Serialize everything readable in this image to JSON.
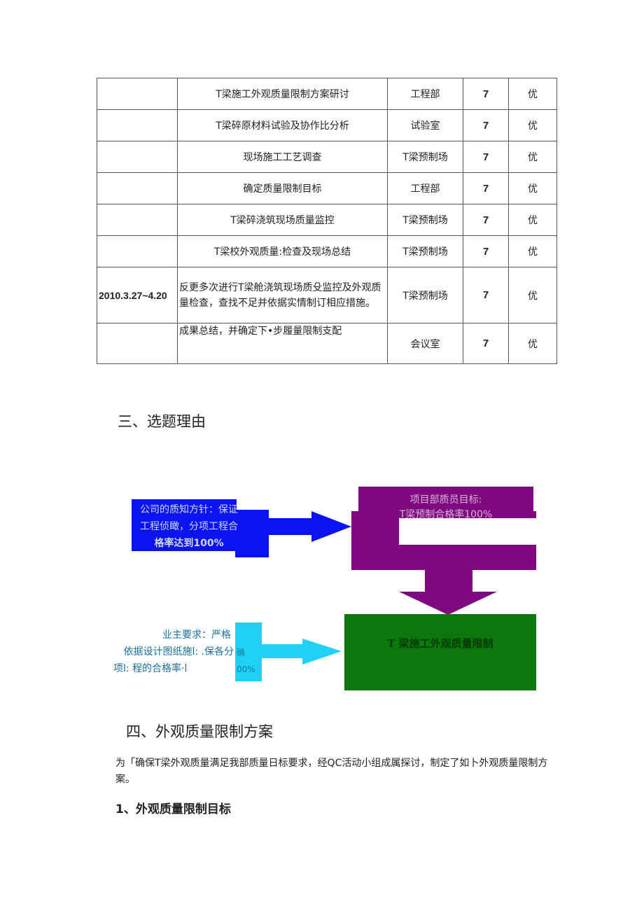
{
  "table": {
    "rows": [
      {
        "date": "",
        "task": "T梁施工外观质量限制方案研讨",
        "place": "工程部",
        "people": "7",
        "grade": "优"
      },
      {
        "date": "",
        "task": "T梁碎原材料试验及协作比分析",
        "place": "试验室",
        "people": "7",
        "grade": "优"
      },
      {
        "date": "",
        "task": "现场施工工艺调查",
        "place": "T梁预制场",
        "people": "7",
        "grade": "优"
      },
      {
        "date": "",
        "task": "确定质量限制目标",
        "place": "工程部",
        "people": "7",
        "grade": "优"
      },
      {
        "date": "",
        "task": "T梁碎浇筑现场质量监控",
        "place": "T梁预制场",
        "people": "7",
        "grade": "优"
      },
      {
        "date": "",
        "task": "T梁校外观质量:检查及现场总结",
        "place": "T梁预制场",
        "people": "7",
        "grade": "优"
      },
      {
        "date": "2010.3.27~4.20",
        "task": "反更多次进行T梁舱浇筑现场质殳监控及外观质量检查，查找不足并依据实情制订相应措施。",
        "place": "T梁预制场",
        "people": "7",
        "grade": "优"
      },
      {
        "date": "",
        "task": "成果总结，并确定下•步履量限制支配",
        "place": "会议室",
        "people": "7",
        "grade": "优"
      }
    ]
  },
  "section3": {
    "title": "三、选题理由"
  },
  "diagram": {
    "company": [
      "公司的质知方针：保证",
      "工程侦瞰，分项工程合",
      "格率达到100%"
    ],
    "project": [
      "项目部质员目标:",
      "T梁预制合格率100%"
    ],
    "owner": [
      "业主要求：严格",
      "依据设计图纸施l: .保各分",
      "项l: 程的合格率·l"
    ],
    "owner_box": [
      "确",
      "00%"
    ],
    "result": "T 梁施工外观质量限制",
    "colors": {
      "blue": "#0a14f0",
      "purple": "#7f0a80",
      "green": "#0a780a",
      "cyan": "#1ed2f5"
    }
  },
  "section4": {
    "title": "四、外观质量限制方案",
    "para": "为「确保T梁外观质量满足我部质量日标要求，经QC活动小组成属探讨，制定了如卜外观质量限制方案。",
    "sub1": "1、外观质量限制目标"
  }
}
